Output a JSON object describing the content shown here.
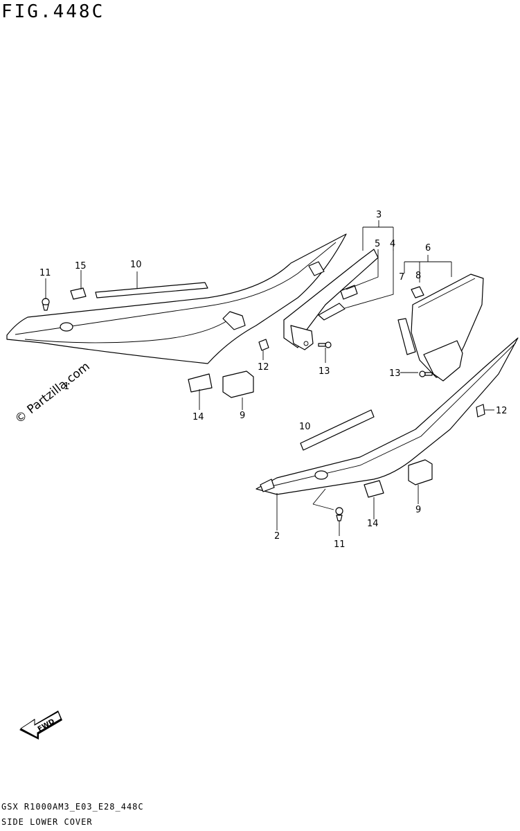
{
  "header": {
    "figure_title": "FIG.448C"
  },
  "watermark": {
    "text": "© Partzilla.com"
  },
  "callouts": {
    "c1": "1",
    "c2": "2",
    "c3": "3",
    "c4": "4",
    "c5": "5",
    "c6": "6",
    "c7": "7",
    "c8": "8",
    "c9a": "9",
    "c9b": "9",
    "c10a": "10",
    "c10b": "10",
    "c11a": "11",
    "c11b": "11",
    "c12a": "12",
    "c12b": "12",
    "c13a": "13",
    "c13b": "13",
    "c14a": "14",
    "c14b": "14",
    "c15": "15"
  },
  "fwd_badge": {
    "text": "FWD"
  },
  "footer": {
    "code": "GSX R1000AM3_E03_E28_448C",
    "name": "SIDE LOWER COVER"
  }
}
